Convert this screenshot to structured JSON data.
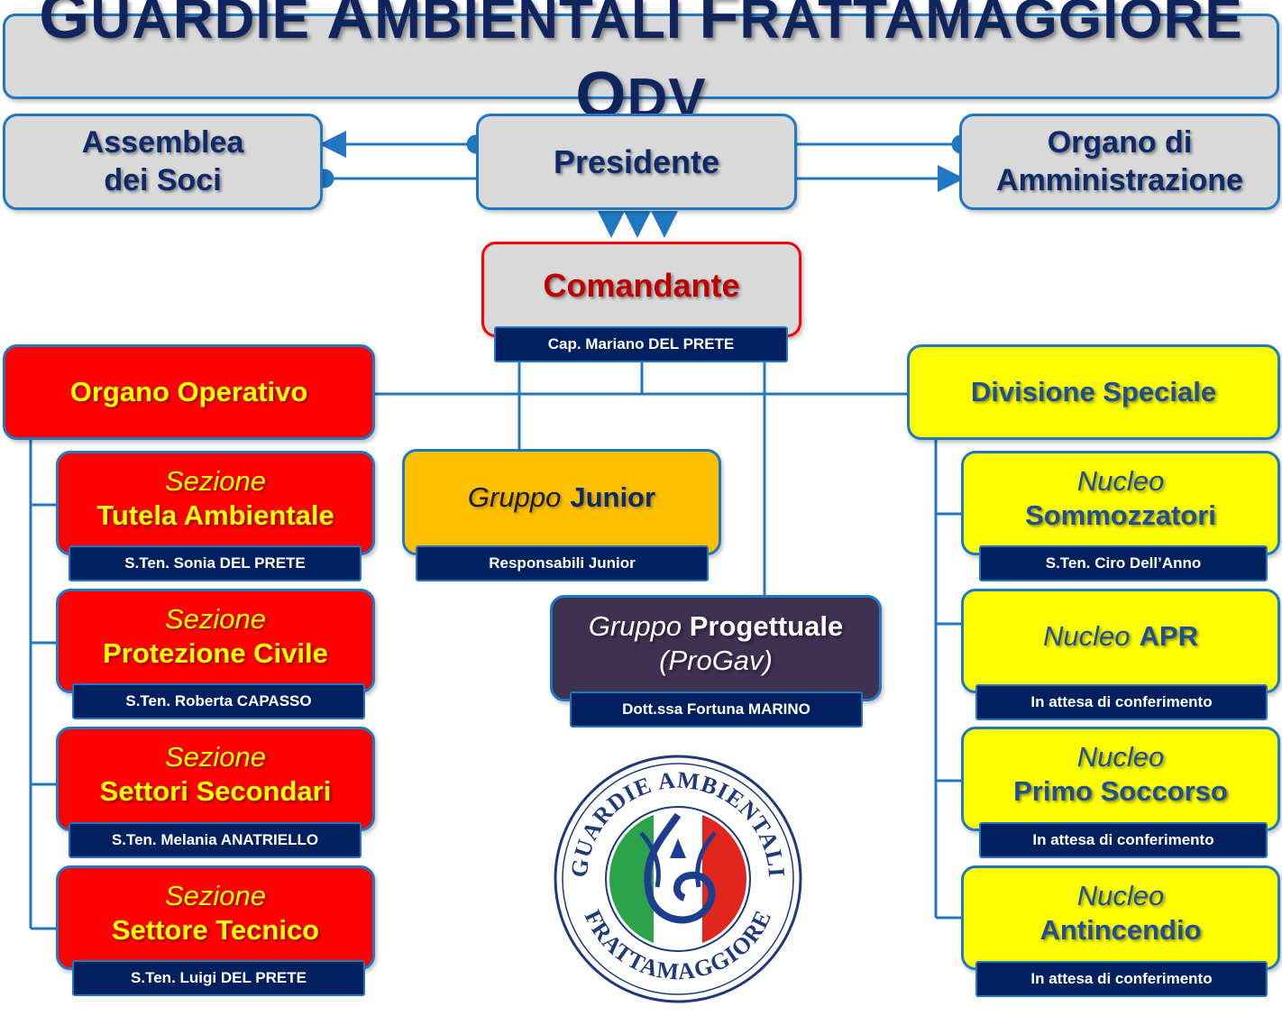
{
  "title": {
    "g": "G",
    "uardie": "UARDIE ",
    "a": "A",
    "mbientali": "MBIENTALI ",
    "f": "F",
    "rattamaggiore": "RATTAMAGGIORE ",
    "o": "O",
    "dv": "DV"
  },
  "top": {
    "assemblea": [
      "Assemblea",
      "dei Soci"
    ],
    "presidente": "Presidente",
    "organo_amm": [
      "Organo di",
      "Amministrazione"
    ]
  },
  "comandante": {
    "title": "Comandante",
    "name": "Cap. Mariano DEL PRETE"
  },
  "organo_operativo": "Organo Operativo",
  "divisione_speciale": "Divisione Speciale",
  "sections": [
    {
      "prefix": "Sezione",
      "name": "Tutela Ambientale",
      "person": "S.Ten. Sonia DEL PRETE"
    },
    {
      "prefix": "Sezione",
      "name": "Protezione Civile",
      "person": "S.Ten. Roberta CAPASSO"
    },
    {
      "prefix": "Sezione",
      "name": "Settori Secondari",
      "person": "S.Ten. Melania ANATRIELLO"
    },
    {
      "prefix": "Sezione",
      "name": "Settore Tecnico",
      "person": "S.Ten. Luigi DEL PRETE"
    }
  ],
  "nuclei": [
    {
      "prefix": "Nucleo",
      "name": "Sommozzatori",
      "person": "S.Ten. Ciro Dell’Anno"
    },
    {
      "prefix": "Nucleo",
      "name": "APR",
      "person": "In attesa di conferimento"
    },
    {
      "prefix": "Nucleo",
      "name": "Primo Soccorso",
      "person": "In attesa di conferimento"
    },
    {
      "prefix": "Nucleo",
      "name": "Antincendio",
      "person": "In attesa di conferimento"
    }
  ],
  "junior": {
    "prefix": "Gruppo",
    "name": "Junior",
    "person": "Responsabili Junior"
  },
  "progettuale": {
    "prefix": "Gruppo",
    "name": "Progettuale",
    "sub": "(ProGav)",
    "person": "Dott.ssa Fortuna MARINO"
  },
  "logo": {
    "top_text": "GUARDIE AMBIENTALI",
    "bottom_text": "FRATTAMAGGIORE"
  },
  "colors": {
    "border": "#1f78c1",
    "navy": "#002060",
    "red": "#ff0000",
    "yellow": "#ffff00",
    "orange": "#ffc000",
    "purple": "#3f3151",
    "gray": "#d9d9d9"
  }
}
